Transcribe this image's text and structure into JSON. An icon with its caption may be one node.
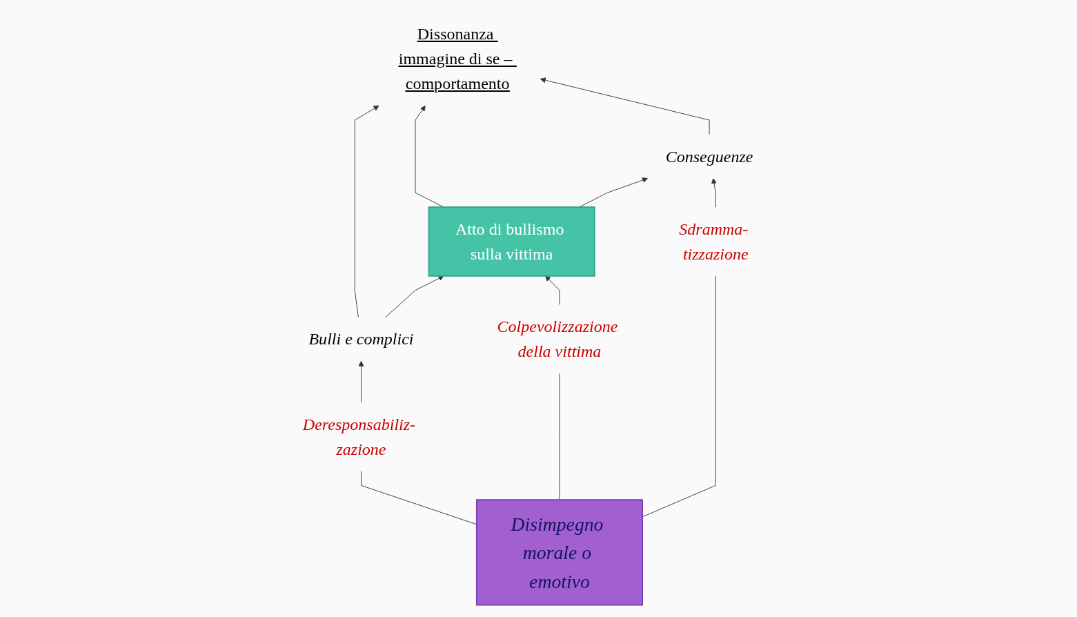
{
  "diagram": {
    "nodes": [
      {
        "text": [
          "Dissonanza immagine di se – comportamento"
        ]
      },
      {
        "text": [
          "Bulli e complici"
        ]
      },
      {
        "text": [
          "Atto di bullismo sulla vittima"
        ]
      },
      {
        "text": [
          "Conseguenze"
        ]
      },
      {
        "text": [
          "Deresponsabiliz- zazione"
        ]
      },
      {
        "text": [
          "Colpevolizzazione della vittima"
        ]
      },
      {
        "text": [
          "Sdramma- tizzazione"
        ]
      },
      {
        "text": [
          "Disimpegno morale o emotivo"
        ]
      }
    ],
    "edges": [
      {
        "from": 1,
        "to": 0,
        "arrow": "to"
      },
      {
        "from": 2,
        "to": 0,
        "arrow": "to"
      },
      {
        "from": 3,
        "to": 0,
        "arrow": "to"
      },
      {
        "from": 1,
        "to": 2,
        "arrow": "to"
      },
      {
        "from": 2,
        "to": 3,
        "arrow": "to"
      },
      {
        "from": 4,
        "to": 1,
        "arrow": "to"
      },
      {
        "from": 5,
        "to": 2,
        "arrow": "to"
      },
      {
        "from": 6,
        "to": 3,
        "arrow": "to"
      },
      {
        "from": 4,
        "to": 7,
        "arrow": "none"
      },
      {
        "from": 5,
        "to": 7,
        "arrow": "none"
      },
      {
        "from": 6,
        "to": 7,
        "arrow": "none"
      }
    ]
  }
}
